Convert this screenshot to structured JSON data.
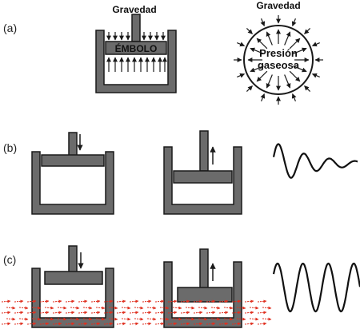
{
  "panel_labels": {
    "a": "(a)",
    "b": "(b)",
    "c": "(c)"
  },
  "panel_a": {
    "piston_gravity_label": "Gravedad",
    "piston_label": "ÉMBOLO",
    "sphere_gravity_label": "Gravedad",
    "sphere_pressure_line1": "Presión",
    "sphere_pressure_line2": "gaseosa"
  },
  "colors": {
    "piston_gray": "#6b6b6b",
    "outline": "#1a1a1a",
    "heat_arrows": "#e03020"
  }
}
